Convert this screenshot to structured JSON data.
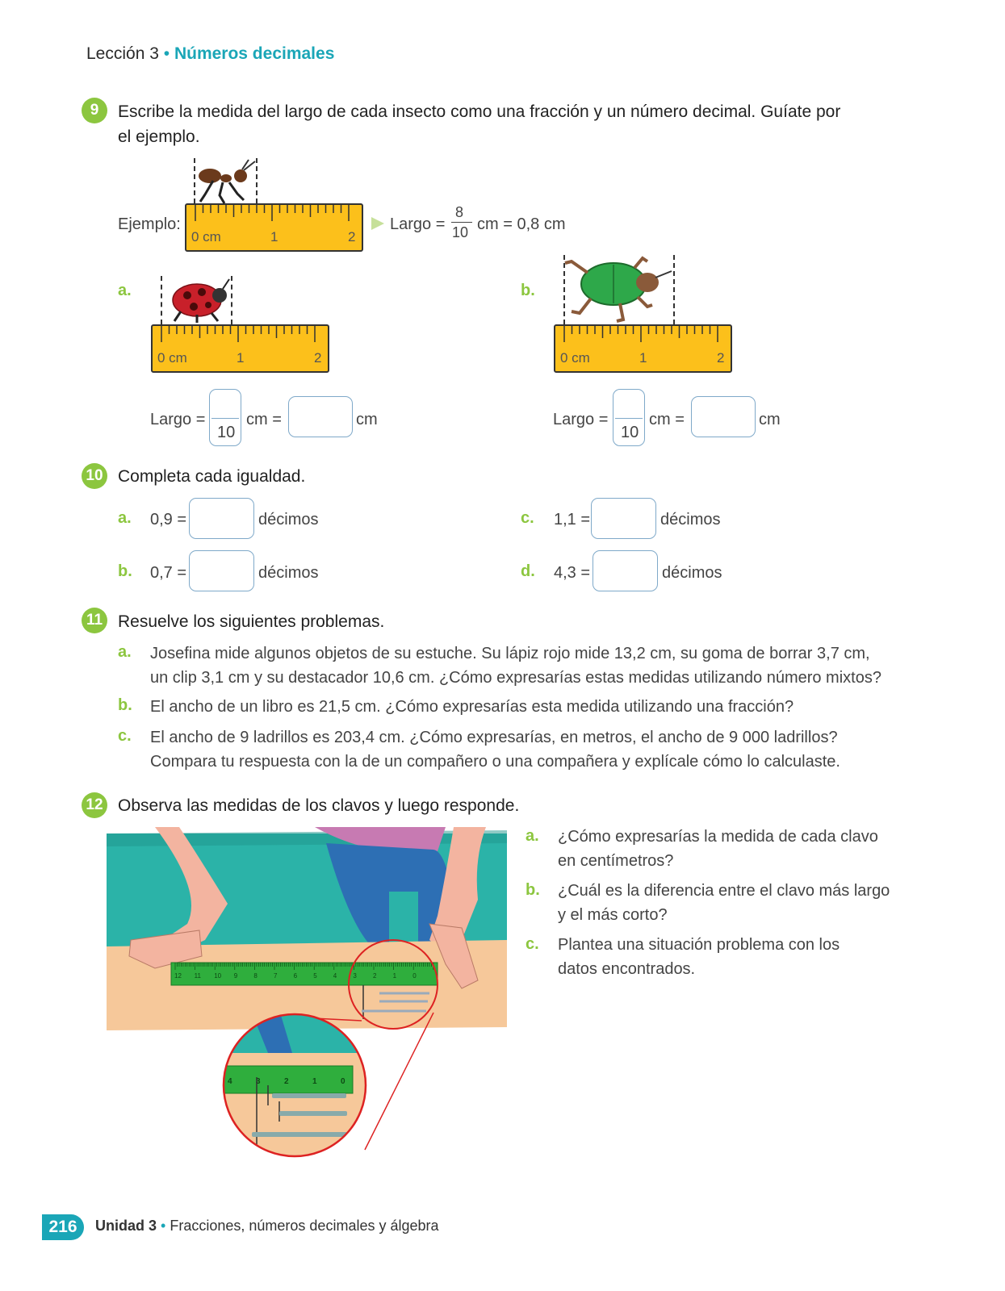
{
  "header": {
    "lesson": "Lección 3",
    "topic": "Números decimales"
  },
  "q9": {
    "number": "9",
    "text": "Escribe la medida del largo de cada insecto como una fracción y un número decimal. Guíate por el ejemplo.",
    "example_label": "Ejemplo:",
    "ruler_labels": [
      "0 cm",
      "1",
      "2"
    ],
    "example_largo": "Largo =",
    "example_num": "8",
    "example_den": "10",
    "example_rest": "cm = 0,8 cm",
    "items": [
      {
        "letter": "a.",
        "largo": "Largo =",
        "den": "10",
        "cm1": "cm =",
        "cm2": "cm"
      },
      {
        "letter": "b.",
        "largo": "Largo =",
        "den": "10",
        "cm1": "cm =",
        "cm2": "cm"
      }
    ]
  },
  "q10": {
    "number": "10",
    "text": "Completa cada igualdad.",
    "items": [
      {
        "letter": "a.",
        "expr": "0,9 =",
        "unit": "décimos"
      },
      {
        "letter": "b.",
        "expr": "0,7 =",
        "unit": "décimos"
      },
      {
        "letter": "c.",
        "expr": "1,1 =",
        "unit": "décimos"
      },
      {
        "letter": "d.",
        "expr": "4,3 =",
        "unit": "décimos"
      }
    ]
  },
  "q11": {
    "number": "11",
    "text": "Resuelve los siguientes problemas.",
    "items": [
      {
        "letter": "a.",
        "line1": "Josefina mide algunos objetos de su estuche. Su lápiz rojo mide 13,2 cm, su goma de borrar 3,7 cm,",
        "line2": "un clip 3,1 cm y su destacador 10,6 cm. ¿Cómo expresarías estas medidas utilizando número mixtos?"
      },
      {
        "letter": "b.",
        "line1": "El ancho de un libro es 21,5 cm. ¿Cómo expresarías esta medida utilizando una fracción?",
        "line2": ""
      },
      {
        "letter": "c.",
        "line1": "El ancho de 9 ladrillos es 203,4 cm. ¿Cómo expresarías, en metros, el ancho de 9 000 ladrillos?",
        "line2": "Compara tu respuesta con la de un compañero o una compañera y explícale cómo lo calculaste."
      }
    ]
  },
  "q12": {
    "number": "12",
    "text": "Observa las medidas de los clavos y luego responde.",
    "items": [
      {
        "letter": "a.",
        "line1": "¿Cómo expresarías la medida de cada clavo",
        "line2": "en centímetros?"
      },
      {
        "letter": "b.",
        "line1": "¿Cuál es la diferencia entre el clavo más largo",
        "line2": "y el más corto?"
      },
      {
        "letter": "c.",
        "line1": "Plantea una situación problema con los",
        "line2": "datos encontrados."
      }
    ],
    "big_ruler_labels": [
      "12",
      "11",
      "10",
      "9",
      "8",
      "7",
      "6",
      "5",
      "4",
      "3",
      "2",
      "1",
      "0"
    ],
    "zoom_ruler_labels": [
      "4",
      "3",
      "2",
      "1",
      "0"
    ]
  },
  "footer": {
    "page": "216",
    "unit": "Unidad 3",
    "subtitle": "Fracciones, números decimales y álgebra"
  }
}
